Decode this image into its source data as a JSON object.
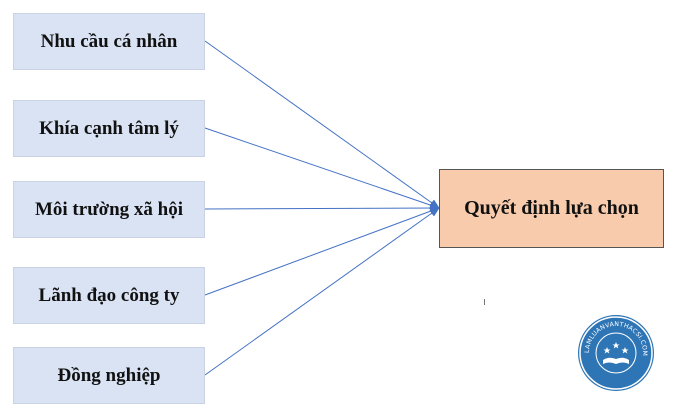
{
  "factors": [
    {
      "label": "Nhu cầu cá nhân"
    },
    {
      "label": "Khía cạnh tâm lý"
    },
    {
      "label": "Môi trường xã hội"
    },
    {
      "label": "Lãnh đạo công ty"
    },
    {
      "label": "Đồng nghiệp"
    }
  ],
  "outcome": {
    "label": "Quyết định lựa chọn"
  },
  "watermark": {
    "text": "LAMLUANVANTHACSI.COM",
    "icon": "graduation-book-stars-seal-icon"
  },
  "colors": {
    "factor_fill": "#dae3f3",
    "outcome_fill": "#f8cbad",
    "arrow": "#4472c4",
    "logo": "#2e75b6"
  }
}
